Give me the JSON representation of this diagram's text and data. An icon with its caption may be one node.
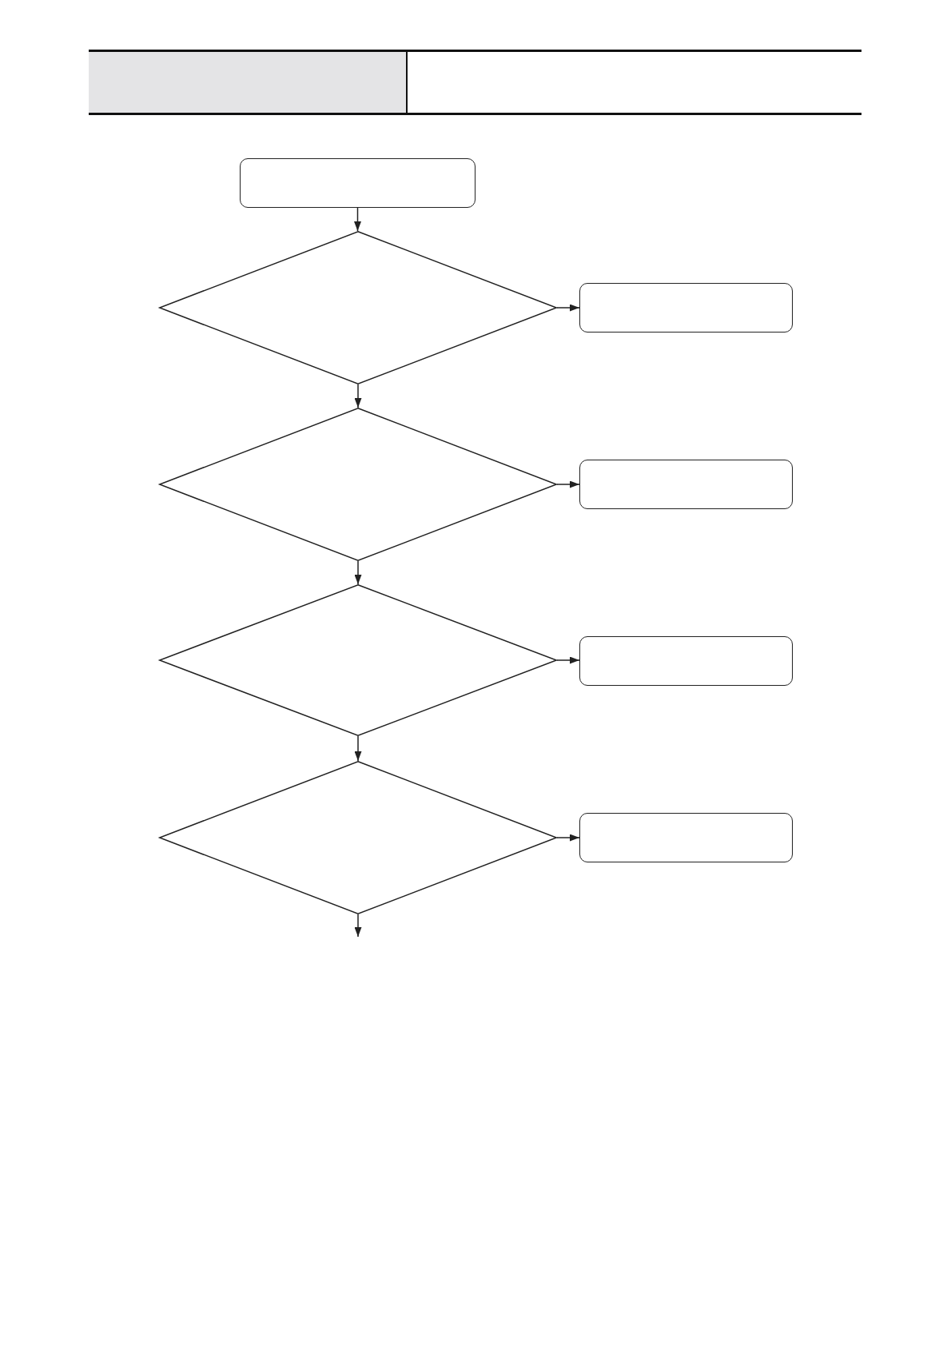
{
  "diagram": {
    "nodes": [
      {
        "text": [],
        "shape": "box"
      },
      {
        "text": [],
        "shape": "diamond"
      },
      {
        "text": [],
        "shape": "box"
      },
      {
        "text": [],
        "shape": "diamond"
      },
      {
        "text": [],
        "shape": "box"
      },
      {
        "text": [],
        "shape": "diamond"
      },
      {
        "text": [],
        "shape": "box"
      },
      {
        "text": [],
        "shape": "diamond"
      },
      {
        "text": [],
        "shape": "box"
      }
    ],
    "edges": [
      {
        "from": 0,
        "to": 1,
        "arrow": "to"
      },
      {
        "from": 1,
        "to": 2,
        "arrow": "to"
      },
      {
        "from": 1,
        "to": 3,
        "arrow": "to"
      },
      {
        "from": 3,
        "to": 4,
        "arrow": "to"
      },
      {
        "from": 3,
        "to": 5,
        "arrow": "to"
      },
      {
        "from": 5,
        "to": 6,
        "arrow": "to"
      },
      {
        "from": 5,
        "to": 7,
        "arrow": "to"
      },
      {
        "from": 7,
        "to": 8,
        "arrow": "to"
      },
      {
        "from": 7,
        "to": null,
        "arrow": "to"
      }
    ]
  }
}
